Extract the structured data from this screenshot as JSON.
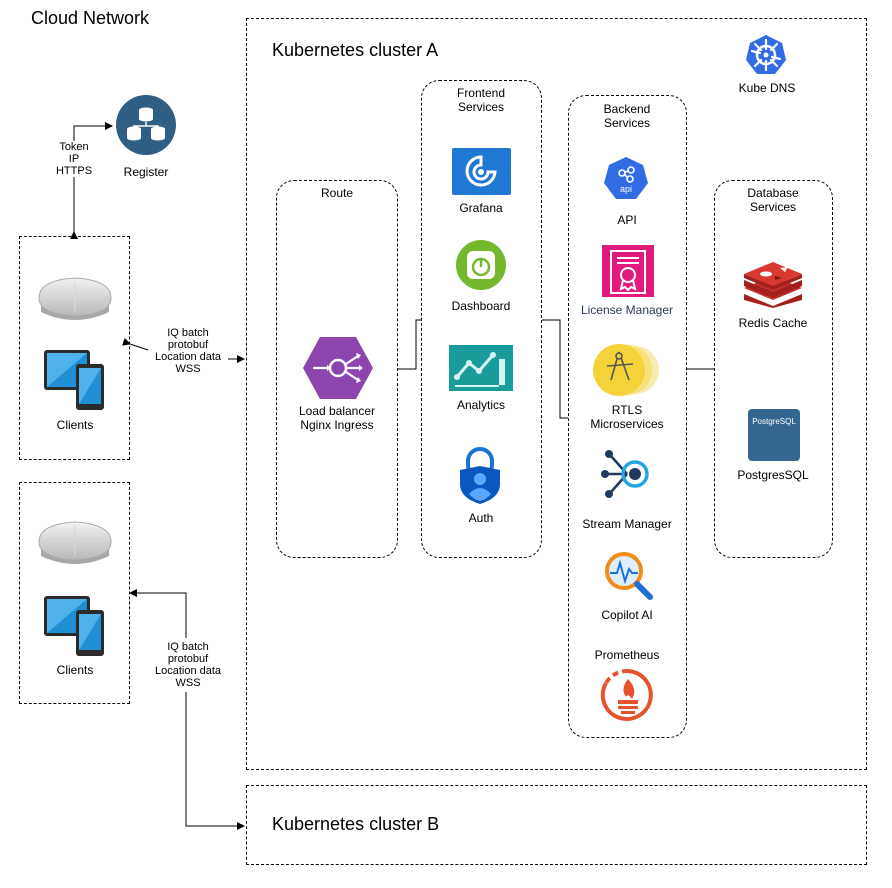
{
  "diagram": {
    "title": "Cloud Network",
    "cluster_a": {
      "title": "Kubernetes cluster A"
    },
    "cluster_b": {
      "title": "Kubernetes cluster B"
    },
    "kube_dns": {
      "label": "Kube DNS"
    },
    "register": {
      "label": "Register",
      "edge_label_lines": [
        "Token",
        "IP",
        "HTTPS"
      ]
    },
    "clients_1": {
      "label": "Clients"
    },
    "clients_2": {
      "label": "Clients"
    },
    "link_1_lines": [
      "IQ batch",
      "protobuf",
      "Location data",
      "WSS"
    ],
    "link_2_lines": [
      "IQ batch",
      "protobuf",
      "Location data",
      "WSS"
    ],
    "route": {
      "title": "Route",
      "items": [
        {
          "label_lines": [
            "Load balancer",
            "Nginx Ingress"
          ]
        }
      ]
    },
    "frontend": {
      "title_lines": [
        "Frontend",
        "Services"
      ],
      "items": [
        {
          "label": "Grafana"
        },
        {
          "label": "Dashboard"
        },
        {
          "label": "Analytics"
        },
        {
          "label": "Auth"
        }
      ]
    },
    "backend": {
      "title_lines": [
        "Backend",
        "Services"
      ],
      "items": [
        {
          "label": "API",
          "icon_text": "api"
        },
        {
          "label": "License Manager"
        },
        {
          "label_lines": [
            "RTLS",
            "Microservices"
          ]
        },
        {
          "label": "Stream Manager"
        },
        {
          "label": "Copilot AI"
        },
        {
          "label": "Prometheus"
        }
      ]
    },
    "database": {
      "title_lines": [
        "Database",
        "Services"
      ],
      "items": [
        {
          "label": "Redis Cache"
        },
        {
          "label": "PostgresSQL",
          "icon_text": "PostgreSQL"
        }
      ]
    }
  },
  "colors": {
    "register_blue": "#2f5f84",
    "k8s_blue": "#326ce5",
    "nginx_purple": "#8e44ad",
    "grafana_blue": "#1e78d4",
    "dashboard_green": "#74b82e",
    "analytics_teal": "#0f9b9b",
    "auth_blue": "#0b57c2",
    "license_pink": "#e11a7c",
    "rtls_yellow": "#f5d23a",
    "stream_navy": "#1e3a5f",
    "copilot_orange": "#f08c1c",
    "prometheus_orange": "#e6522c",
    "redis_red": "#c6302b",
    "postgres_blue": "#336791"
  },
  "icons": [
    "database-register-icon",
    "kubernetes-icon",
    "access-point-icon",
    "tablet-phone-icon",
    "nginx-load-balancer-icon",
    "grafana-icon",
    "dashboard-icon",
    "analytics-icon",
    "auth-user-icon",
    "api-icon",
    "license-icon",
    "rtls-icon",
    "stream-manager-icon",
    "copilot-ai-icon",
    "prometheus-icon",
    "redis-icon",
    "postgres-icon"
  ]
}
